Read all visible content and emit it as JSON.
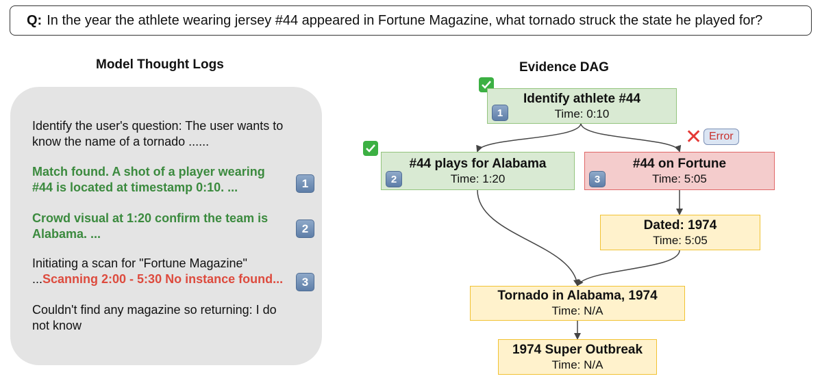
{
  "question": {
    "prefix": "Q:",
    "text": "In the year the athlete wearing jersey #44 appeared in Fortune Magazine, what tornado struck the state he played for?"
  },
  "logs": {
    "title": "Model Thought Logs",
    "line1": [
      "Identify the user's question: The user wants to",
      "know the name of a tornado ......"
    ],
    "line2": [
      "Match found. A shot of a player wearing",
      "#44 is located at timestamp 0:10. ..."
    ],
    "line3": [
      "Crowd visual at 1:20 confirm the team is",
      "Alabama. ..."
    ],
    "line4a": "Initiating a scan for  \"Fortune Magazine\"",
    "line4b_prefix": "...",
    "line4b_red": "Scanning 2:00 - 5:30 No instance found...",
    "line5": [
      "Couldn't find any magazine so returning: I do",
      "not know"
    ],
    "badges": [
      "1",
      "2",
      "3"
    ]
  },
  "dag": {
    "title": "Evidence DAG",
    "error_label": "Error",
    "nodes": [
      {
        "title": "Identify athlete #44",
        "time": "Time: 0:10",
        "badge": "1",
        "status": "verified"
      },
      {
        "title": "#44 plays for Alabama",
        "time": "Time: 1:20",
        "badge": "2",
        "status": "verified"
      },
      {
        "title": "#44 on Fortune",
        "time": "Time: 5:05",
        "badge": "3",
        "status": "error"
      },
      {
        "title": "Dated: 1974",
        "time": "Time: 5:05",
        "status": "neutral"
      },
      {
        "title": "Tornado in Alabama, 1974",
        "time": "Time: N/A",
        "status": "neutral"
      },
      {
        "title": "1974 Super Outbreak",
        "time": "Time: N/A",
        "status": "neutral"
      }
    ],
    "colors": {
      "verified_fill": "#d9ead3",
      "error_fill": "#f4cccc",
      "neutral_fill": "#fff2cc",
      "log_green": "#3b8a3e",
      "log_red": "#dd4b3e"
    }
  }
}
